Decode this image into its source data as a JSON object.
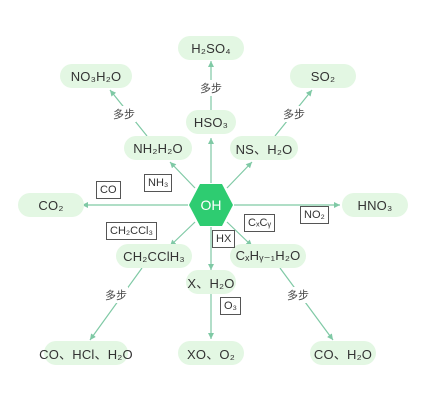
{
  "center": {
    "label": "OH",
    "color": "#2ecc71"
  },
  "colors": {
    "arrow": "#7fc9a5",
    "pill": "#e3f7e3"
  },
  "nodes": {
    "h2so4": "H₂SO₄",
    "hso3": "HSO₃",
    "no3h2o": "NO₃H₂O",
    "so2": "SO₂",
    "nh2h2o": "NH₂H₂O",
    "nsh2o": "NS、H₂O",
    "co2": "CO₂",
    "hno3": "HNO₃",
    "ch2cclh3": "CH₂CClH₃",
    "cxhyh2o": "CₓHᵧ₋₁H₂O",
    "xh2o": "X、H₂O",
    "cohclh2o": "CO、HCl、H₂O",
    "xoo2": "XO、O₂",
    "coh2o": "CO、H₂O"
  },
  "reactants": {
    "co": "CO",
    "nh3": "NH₃",
    "cxcy": "CₓCᵧ",
    "no2": "NO₂",
    "ch2ccl3": "CH₂CCl₃",
    "hx": "HX",
    "o3": "O₃"
  },
  "labels": {
    "multistep": "多步"
  }
}
